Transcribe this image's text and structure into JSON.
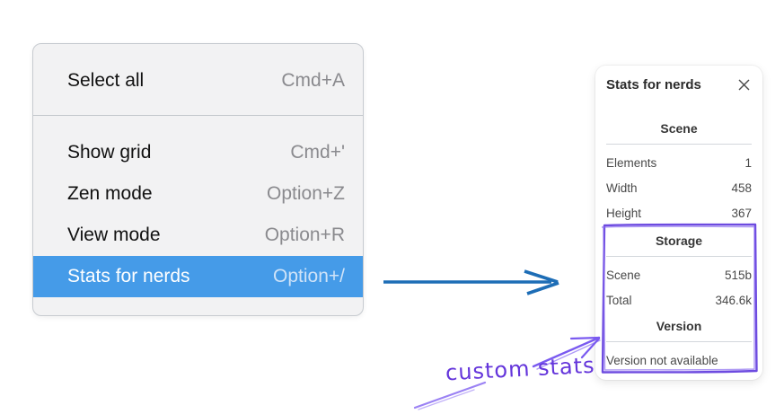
{
  "menu": {
    "items": [
      {
        "label": "Select all",
        "shortcut": "Cmd+A"
      },
      {
        "label": "Show grid",
        "shortcut": "Cmd+'"
      },
      {
        "label": "Zen mode",
        "shortcut": "Option+Z"
      },
      {
        "label": "View mode",
        "shortcut": "Option+R"
      },
      {
        "label": "Stats for nerds",
        "shortcut": "Option+/"
      }
    ],
    "active_item": "Stats for nerds"
  },
  "panel": {
    "title": "Stats for nerds",
    "sections": [
      {
        "heading": "Scene",
        "rows": [
          {
            "label": "Elements",
            "value": "1"
          },
          {
            "label": "Width",
            "value": "458"
          },
          {
            "label": "Height",
            "value": "367"
          }
        ]
      },
      {
        "heading": "Storage",
        "rows": [
          {
            "label": "Scene",
            "value": "515b"
          },
          {
            "label": "Total",
            "value": "346.6k"
          }
        ]
      },
      {
        "heading": "Version",
        "note": "Version not available"
      }
    ]
  },
  "annotation": {
    "label": "custom stats"
  },
  "colors": {
    "menu_highlight": "#459be8",
    "menu_background": "#f2f2f3",
    "arrow_blue": "#1d6db6",
    "annotation_purple": "#6435db",
    "box_purple": "#6d4be0"
  }
}
